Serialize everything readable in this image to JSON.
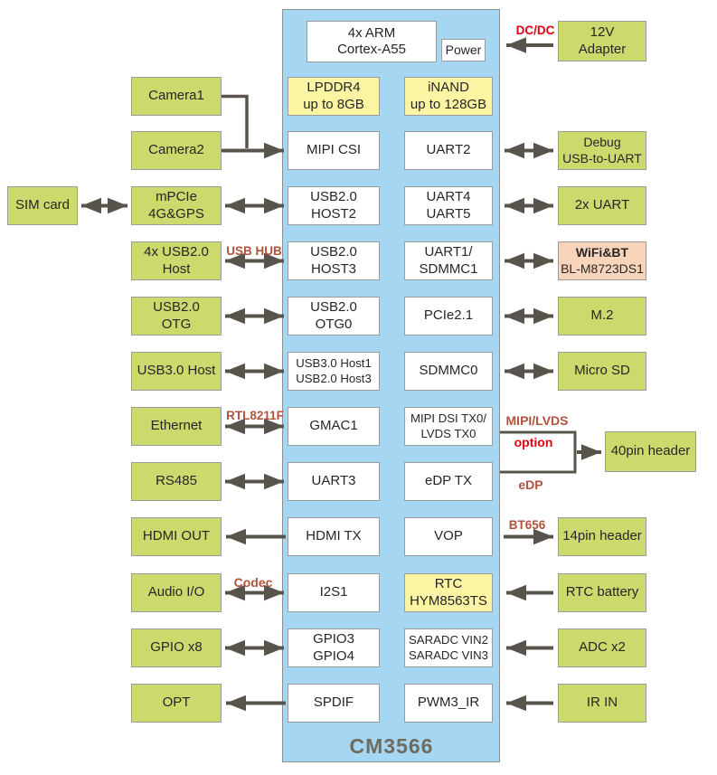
{
  "module": {
    "name": "CM3566",
    "cpu": "4x ARM\nCortex-A55",
    "power": "Power",
    "memory": {
      "ram": "LPDDR4\nup to 8GB",
      "flash": "iNAND\nup to 128GB"
    },
    "left_ports": [
      "MIPI CSI",
      "USB2.0\nHOST2",
      "USB2.0\nHOST3",
      "USB2.0\nOTG0",
      "USB3.0 Host1\nUSB2.0 Host3",
      "GMAC1",
      "UART3",
      "HDMI TX",
      "I2S1",
      "GPIO3\nGPIO4",
      "SPDIF"
    ],
    "right_ports": [
      "UART2",
      "UART4\nUART5",
      "UART1/\nSDMMC1",
      "PCIe2.1",
      "SDMMC0",
      "MIPI DSI TX0/\nLVDS TX0",
      "eDP TX",
      "VOP",
      "RTC\nHYM8563TS",
      "SARADC VIN2\nSARADC VIN3",
      "PWM3_IR"
    ]
  },
  "left_devices": {
    "camera1": "Camera1",
    "camera2": "Camera2",
    "sim": "SIM card",
    "mpcie": "mPCIe\n4G&GPS",
    "usb4x": "4x USB2.0\nHost",
    "usb_otg": "USB2.0\nOTG",
    "usb3": "USB3.0 Host",
    "ethernet": "Ethernet",
    "rs485": "RS485",
    "hdmi": "HDMI OUT",
    "audio": "Audio I/O",
    "gpio": "GPIO x8",
    "opt": "OPT"
  },
  "right_devices": {
    "adapter": "12V\nAdapter",
    "debug": "Debug\nUSB-to-UART",
    "uart2x": "2x UART",
    "wifi_name": "WiFi&BT",
    "wifi_chip": "BL-M8723DS1",
    "m2": "M.2",
    "microsd": "Micro SD",
    "header40": "40pin header",
    "header14": "14pin header",
    "rtc_battery": "RTC battery",
    "adc": "ADC x2",
    "ir": "IR IN"
  },
  "bus_labels": {
    "dcdc": "DC/DC",
    "usb_hub": "USB HUB",
    "rtl8211f": "RTL8211F",
    "codec": "Codec",
    "mipi_lvds": "MIPI/LVDS",
    "option": "option",
    "edp": "eDP",
    "bt656": "BT656"
  },
  "colors": {
    "module_bg": "#a5d6f2",
    "device_green": "#ccd96d",
    "memory_yellow": "#fbf4a2",
    "wifi_salmon": "#f8d4ba",
    "arrow": "#58544c",
    "label_red": "#e60012",
    "label_rust": "#b0533d",
    "module_title": "#6f6b5e"
  },
  "connections": [
    {
      "from": "12V Adapter",
      "to": "Power",
      "direction": "one-way",
      "label": "DC/DC"
    },
    {
      "from": "Camera1",
      "to": "MIPI CSI",
      "direction": "one-way",
      "label": ""
    },
    {
      "from": "Camera2",
      "to": "MIPI CSI",
      "direction": "one-way",
      "label": ""
    },
    {
      "from": "SIM card",
      "to": "mPCIe 4G&GPS",
      "direction": "bidirectional",
      "label": ""
    },
    {
      "from": "mPCIe 4G&GPS",
      "to": "USB2.0 HOST2",
      "direction": "bidirectional",
      "label": ""
    },
    {
      "from": "4x USB2.0 Host",
      "to": "USB2.0 HOST3",
      "direction": "bidirectional",
      "label": "USB HUB"
    },
    {
      "from": "USB2.0 OTG",
      "to": "USB2.0 OTG0",
      "direction": "bidirectional",
      "label": ""
    },
    {
      "from": "USB3.0 Host",
      "to": "USB3.0 Host1 / USB2.0 Host3",
      "direction": "bidirectional",
      "label": ""
    },
    {
      "from": "Ethernet",
      "to": "GMAC1",
      "direction": "bidirectional",
      "label": "RTL8211F"
    },
    {
      "from": "RS485",
      "to": "UART3",
      "direction": "bidirectional",
      "label": ""
    },
    {
      "from": "HDMI TX",
      "to": "HDMI OUT",
      "direction": "one-way",
      "label": ""
    },
    {
      "from": "Audio I/O",
      "to": "I2S1",
      "direction": "bidirectional",
      "label": "Codec"
    },
    {
      "from": "GPIO x8",
      "to": "GPIO3/GPIO4",
      "direction": "bidirectional",
      "label": ""
    },
    {
      "from": "SPDIF",
      "to": "OPT",
      "direction": "one-way",
      "label": ""
    },
    {
      "from": "UART2",
      "to": "Debug USB-to-UART",
      "direction": "bidirectional",
      "label": ""
    },
    {
      "from": "UART4/UART5",
      "to": "2x UART",
      "direction": "bidirectional",
      "label": ""
    },
    {
      "from": "UART1/SDMMC1",
      "to": "WiFi&BT BL-M8723DS1",
      "direction": "bidirectional",
      "label": ""
    },
    {
      "from": "PCIe2.1",
      "to": "M.2",
      "direction": "bidirectional",
      "label": ""
    },
    {
      "from": "SDMMC0",
      "to": "Micro SD",
      "direction": "bidirectional",
      "label": ""
    },
    {
      "from": "MIPI DSI TX0/LVDS TX0 + eDP TX",
      "to": "40pin header",
      "direction": "one-way",
      "label": "MIPI/LVDS option eDP"
    },
    {
      "from": "VOP",
      "to": "14pin header",
      "direction": "one-way",
      "label": "BT656"
    },
    {
      "from": "RTC battery",
      "to": "RTC HYM8563TS",
      "direction": "one-way",
      "label": ""
    },
    {
      "from": "ADC x2",
      "to": "SARADC VIN2/VIN3",
      "direction": "one-way",
      "label": ""
    },
    {
      "from": "IR IN",
      "to": "PWM3_IR",
      "direction": "one-way",
      "label": ""
    }
  ]
}
